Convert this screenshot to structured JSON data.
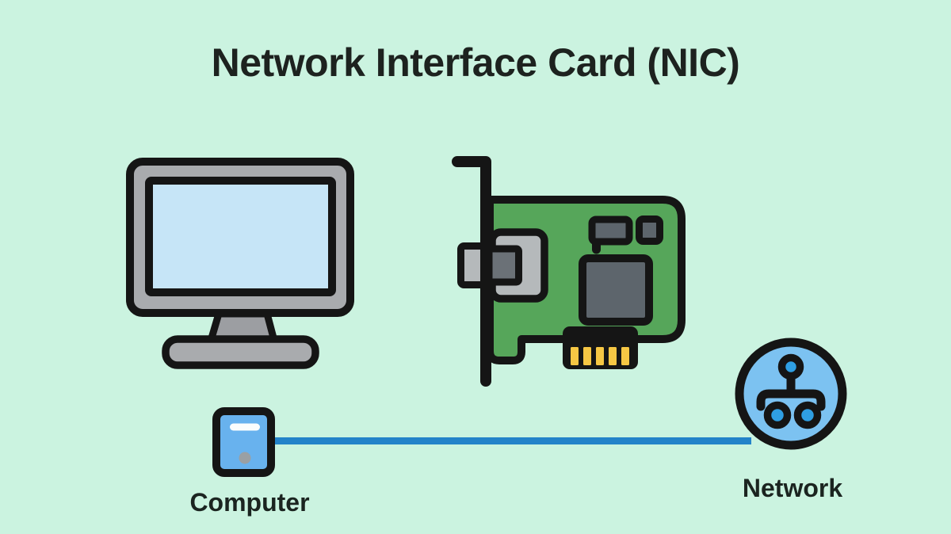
{
  "title": "Network Interface Card (NIC)",
  "labels": {
    "computer": "Computer",
    "network": "Network"
  },
  "icons": {
    "monitor": "computer-monitor-icon",
    "nic_card": "network-interface-card-icon",
    "computer_device": "computer-device-icon",
    "network_node": "network-tree-icon",
    "cable": "network-cable-line"
  },
  "colors": {
    "background": "#cbf3e0",
    "outline": "#151515",
    "title_text": "#1d221f",
    "pcb_green": "#56a65a",
    "chip_gray": "#5d656c",
    "port_gray": "#b5b9bb",
    "port_dark_gray": "#6b7177",
    "pin_yellow": "#f6c744",
    "monitor_bezel": "#a9abae",
    "monitor_screen": "#c6e5f7",
    "monitor_stand": "#9c9ea2",
    "device_blue": "#68b2ee",
    "device_slot_white": "#fbfdfd",
    "device_button_gray": "#9aa0a4",
    "cable_blue": "#2383c9",
    "network_circle_blue": "#7cc2f1",
    "network_node_blue": "#2f9fe3"
  }
}
